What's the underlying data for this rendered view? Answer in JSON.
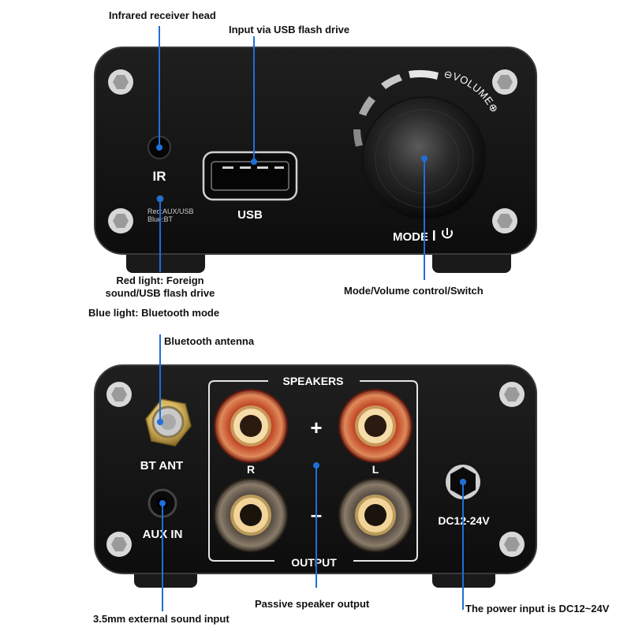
{
  "front_panel": {
    "ir_label": "IR",
    "led_text_line1": "Red:AUX/USB",
    "led_text_line2": "Blue:BT",
    "usb_label": "USB",
    "volume_label": "⊖VOLUME⊕",
    "mode_label": "MODE",
    "power_icon": "power-icon"
  },
  "rear_panel": {
    "speakers_label": "SPEAKERS",
    "output_label": "OUTPUT",
    "plus_sign": "+",
    "minus_sign": "–",
    "right_label": "R",
    "left_label": "L",
    "bt_ant_label": "BT ANT",
    "aux_in_label": "AUX IN",
    "dc_label": "DC12-24V"
  },
  "callouts": {
    "infrared": "Infrared receiver head",
    "usb_input": "Input via USB flash drive",
    "red_light_line1": "Red light: Foreign",
    "red_light_line2": "sound/USB flash drive",
    "blue_light": "Blue light: Bluetooth mode",
    "mode_volume": "Mode/Volume control/Switch",
    "bt_antenna": "Bluetooth antenna",
    "aux_input": "3.5mm external sound input",
    "speaker_output": "Passive speaker output",
    "power_input": "The power input is DC12~24V"
  },
  "colors": {
    "panel": "#141414",
    "leader_line": "#1e6fd9",
    "terminal_red": "#b0341f",
    "terminal_glow": "#f2d6a0",
    "antenna_gold": "#d4b35c"
  }
}
